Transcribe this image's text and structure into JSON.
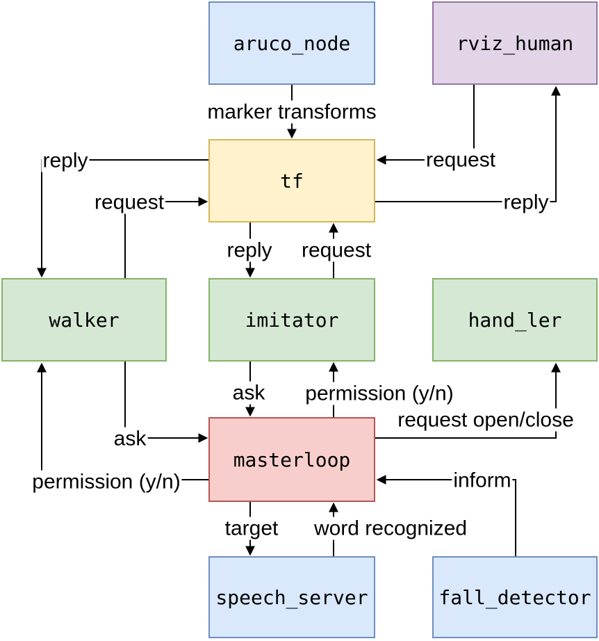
{
  "diagram": {
    "kind": "node-communication-diagram",
    "palette": {
      "blue_fill": "#dae8fc",
      "blue_stroke": "#6c8ebf",
      "purple_fill": "#e1d5e7",
      "purple_stroke": "#9673a6",
      "yellow_fill": "#fff2cc",
      "yellow_stroke": "#d6b656",
      "green_fill": "#d5e8d4",
      "green_stroke": "#82b366",
      "red_fill": "#f8cecc",
      "red_stroke": "#b85450",
      "line_color": "#000000",
      "background": "#ffffff"
    },
    "nodes": [
      {
        "id": "aruco_node",
        "label": "aruco_node",
        "color": "blue"
      },
      {
        "id": "rviz_human",
        "label": "rviz_human",
        "color": "purple"
      },
      {
        "id": "tf",
        "label": "tf",
        "color": "yellow"
      },
      {
        "id": "walker",
        "label": "walker",
        "color": "green"
      },
      {
        "id": "imitator",
        "label": "imitator",
        "color": "green"
      },
      {
        "id": "hand_ler",
        "label": "hand_ler",
        "color": "green"
      },
      {
        "id": "masterloop",
        "label": "masterloop",
        "color": "red"
      },
      {
        "id": "speech_server",
        "label": "speech_server",
        "color": "blue"
      },
      {
        "id": "fall_detector",
        "label": "fall_detector",
        "color": "blue"
      }
    ],
    "edges": [
      {
        "from": "aruco_node",
        "to": "tf",
        "label": "marker transforms"
      },
      {
        "from": "rviz_human",
        "to": "tf",
        "label": "request"
      },
      {
        "from": "tf",
        "to": "rviz_human",
        "label": "reply"
      },
      {
        "from": "tf",
        "to": "walker",
        "label": "reply"
      },
      {
        "from": "walker",
        "to": "tf",
        "label": "request"
      },
      {
        "from": "tf",
        "to": "imitator",
        "label": "reply"
      },
      {
        "from": "imitator",
        "to": "tf",
        "label": "request"
      },
      {
        "from": "imitator",
        "to": "masterloop",
        "label": "ask"
      },
      {
        "from": "masterloop",
        "to": "imitator",
        "label": "permission (y/n)"
      },
      {
        "from": "walker",
        "to": "masterloop",
        "label": "ask"
      },
      {
        "from": "masterloop",
        "to": "walker",
        "label": "permission (y/n)"
      },
      {
        "from": "masterloop",
        "to": "hand_ler",
        "label": "request open/close"
      },
      {
        "from": "fall_detector",
        "to": "masterloop",
        "label": "inform"
      },
      {
        "from": "masterloop",
        "to": "speech_server",
        "label": "target"
      },
      {
        "from": "speech_server",
        "to": "masterloop",
        "label": "word recognized"
      }
    ]
  }
}
